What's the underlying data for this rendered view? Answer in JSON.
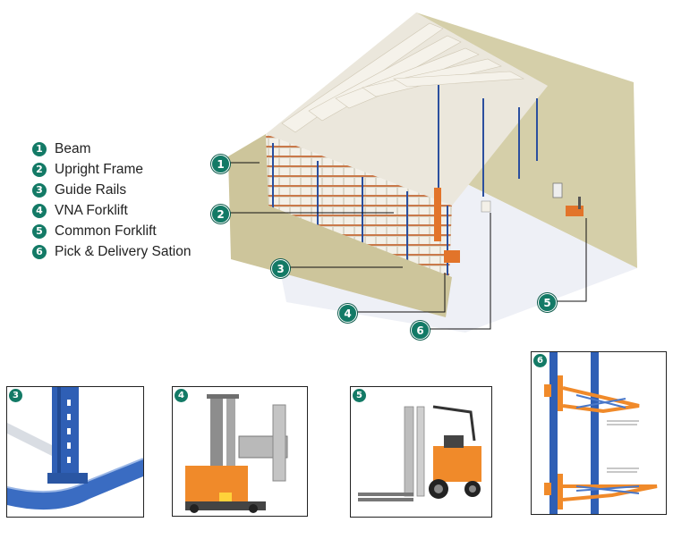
{
  "legend": [
    {
      "num": "1",
      "label": "Beam"
    },
    {
      "num": "2",
      "label": "Upright Frame"
    },
    {
      "num": "3",
      "label": "Guide Rails"
    },
    {
      "num": "4",
      "label": "VNA Forklift"
    },
    {
      "num": "5",
      "label": "Common Forklift"
    },
    {
      "num": "6",
      "label": "Pick & Delivery Sation"
    }
  ],
  "callouts": [
    "1",
    "2",
    "3",
    "4",
    "5",
    "6"
  ],
  "panels": [
    {
      "num": "3",
      "subject": "guide-rails"
    },
    {
      "num": "4",
      "subject": "vna-forklift"
    },
    {
      "num": "5",
      "subject": "common-forklift"
    },
    {
      "num": "6",
      "subject": "pick-delivery-station"
    }
  ],
  "colors": {
    "badge": "#137a66",
    "wall": "#d5cfa9",
    "floor": "#eef0f6",
    "rack_blue": "#2b4f9e",
    "rack_orange": "#e2742a",
    "pallet": "#f1eee6",
    "forklift_orange": "#f08a2a",
    "forklift_grey": "#9a9a9a"
  }
}
